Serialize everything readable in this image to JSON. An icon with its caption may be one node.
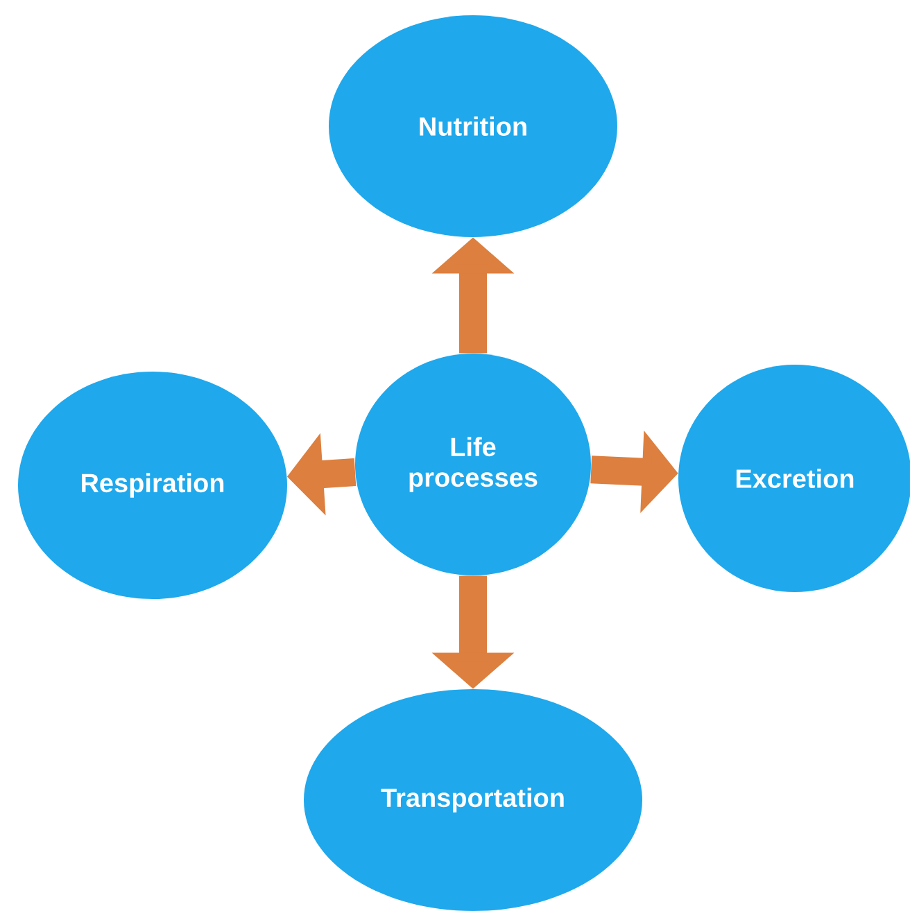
{
  "diagram": {
    "nodes": [
      {
        "text": [
          "Nutrition"
        ]
      },
      {
        "text": [
          "Respiration"
        ]
      },
      {
        "text": [
          "Life processes"
        ]
      },
      {
        "text": [
          "Excretion"
        ]
      },
      {
        "text": [
          "Transportation"
        ]
      }
    ],
    "edges": [
      {
        "from": 2,
        "to": 0,
        "arrow": "to"
      },
      {
        "from": 2,
        "to": 1,
        "arrow": "to"
      },
      {
        "from": 2,
        "to": 3,
        "arrow": "to"
      },
      {
        "from": 2,
        "to": 4,
        "arrow": "to"
      }
    ]
  }
}
